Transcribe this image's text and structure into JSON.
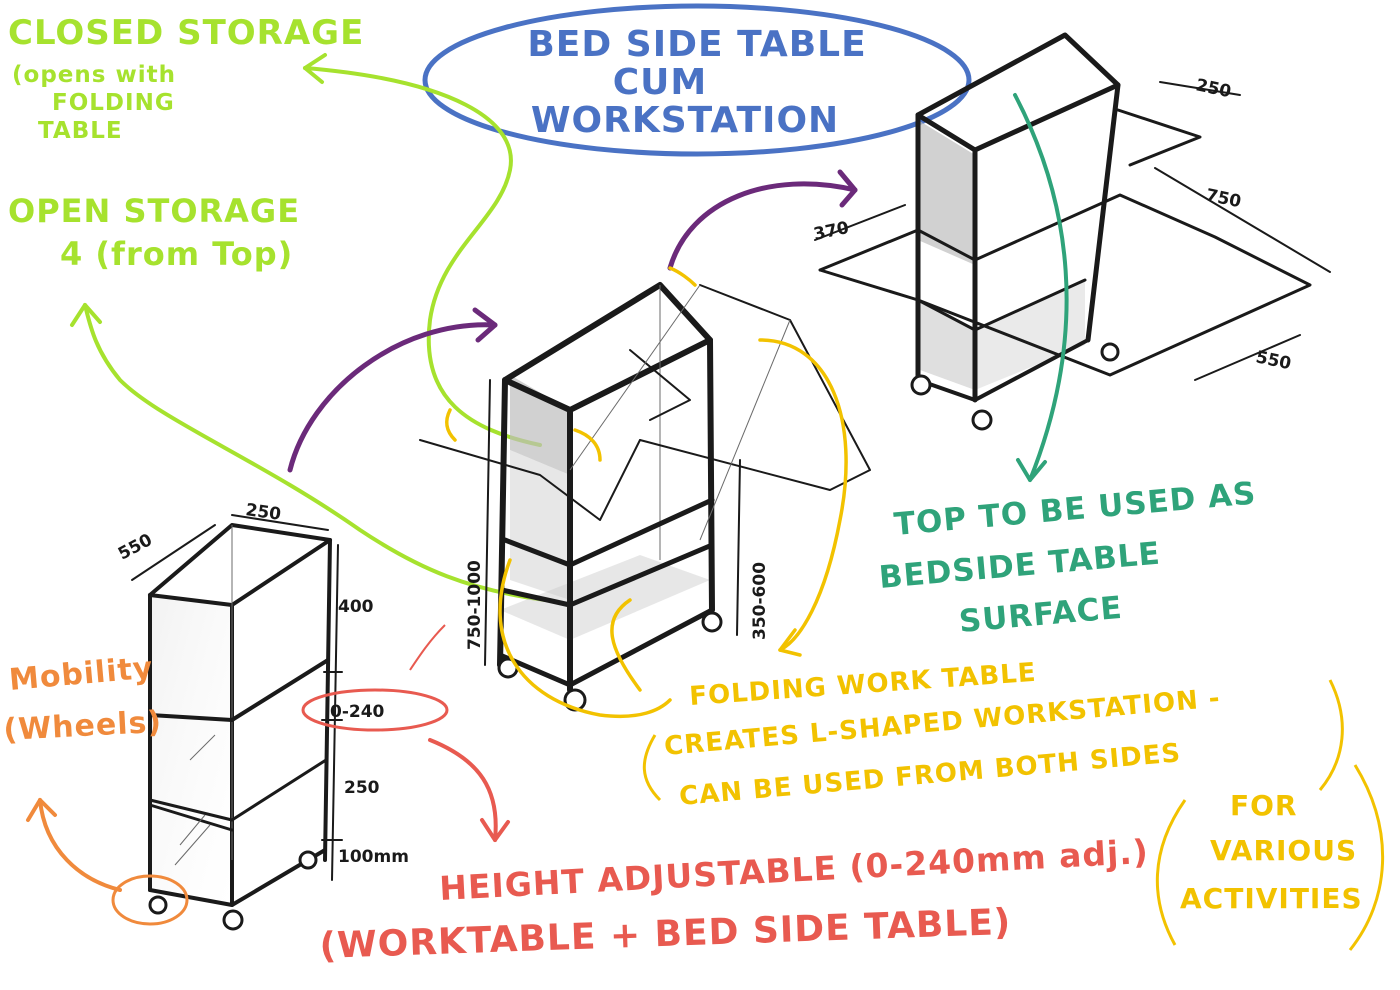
{
  "title_bubble": {
    "line1": "BED SIDE TABLE",
    "line2": "CUM",
    "line3": "WORKSTATION"
  },
  "labels": {
    "closed_storage": {
      "line1": "CLOSED STORAGE",
      "line2": "(opens with",
      "line3": "FOLDING",
      "line4": "TABLE"
    },
    "open_storage": {
      "line1": "OPEN STORAGE",
      "line2": "4 (from Top)"
    },
    "mobility": {
      "line1": "Mobility",
      "line2": "(Wheels)"
    },
    "top_surface": {
      "line1": "TOP TO BE USED AS",
      "line2": "BEDSIDE TABLE",
      "line3": "SURFACE"
    },
    "folding_table": {
      "line1": "FOLDING WORK TABLE",
      "line2": "CREATES L-SHAPED WORKSTATION -",
      "line3": "CAN BE USED FROM BOTH SIDES"
    },
    "height_adjustable": {
      "line1": "HEIGHT ADJUSTABLE (0-240mm adj.)",
      "line2": "(WORKTABLE + BED SIDE TABLE)"
    },
    "activities": {
      "line1": "FOR",
      "line2": "VARIOUS",
      "line3": "ACTIVITIES"
    }
  },
  "dimensions": {
    "left_depth": "550",
    "left_width": "250",
    "left_h1": "400",
    "left_adj": "0-240",
    "left_h2": "250",
    "left_h3": "100mm",
    "mid_height": "750-1000",
    "mid_table_height": "350-600",
    "right_width": "250",
    "right_depth": "370",
    "right_table_length": "750",
    "right_table_depth": "550"
  },
  "colors": {
    "lime": "#a6e22e",
    "blue": "#4a72c4",
    "purple": "#6b2a7a",
    "yellow": "#f2c200",
    "teal": "#2fa37a",
    "orange": "#f08a3c",
    "red": "#e85a50",
    "ink": "#1a1a1a"
  }
}
